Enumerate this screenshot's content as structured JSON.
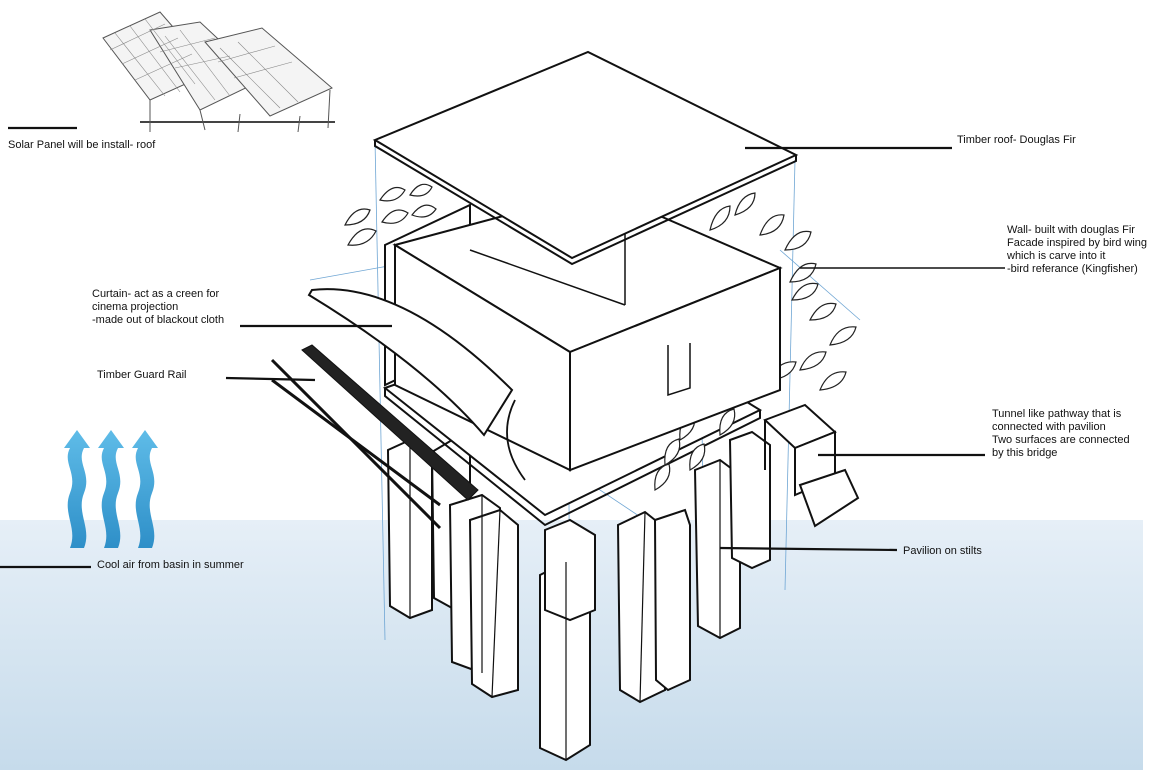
{
  "labels": {
    "solar": "Solar Panel will be install- roof",
    "roof": "Timber roof- Douglas Fir",
    "wall": [
      "Wall- built with douglas Fir",
      "Facade inspired by bird wing",
      "which is carve into it",
      "-bird referance (Kingfisher)"
    ],
    "curtain": [
      "Curtain- act as a creen for",
      "cinema projection",
      "-made out of blackout cloth"
    ],
    "guard_rail": "Timber Guard Rail",
    "tunnel": [
      "Tunnel like pathway that is",
      "connected with pavilion",
      "Two surfaces are connected",
      "by this bridge"
    ],
    "stilts": "Pavilion on stilts",
    "cool_air": "Cool air from basin in summer"
  },
  "colors": {
    "line": "#111111",
    "guide": "#6fa6d4",
    "air_arrow": "#3a9fd6",
    "water_top": "#e6eff7",
    "water_bottom": "#c6dbeb"
  }
}
